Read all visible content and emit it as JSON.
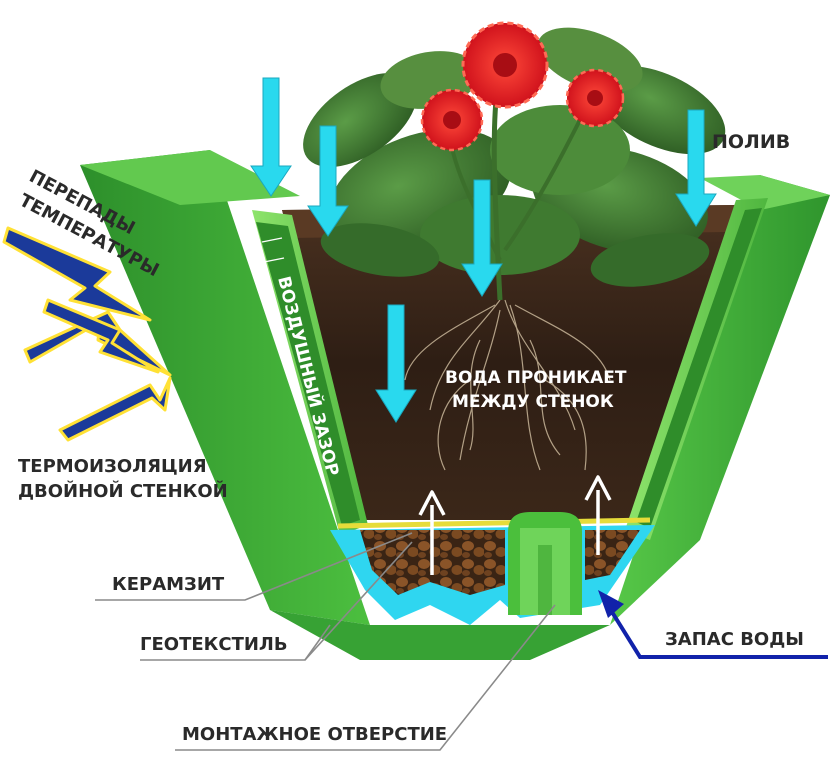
{
  "labels": {
    "temperature_swings_line1": "ПЕРЕПАДЫ",
    "temperature_swings_line2": "ТЕМПЕРАТУРЫ",
    "watering": "ПОЛИВ",
    "air_gap": "ВОЗДУШНЫЙ ЗАЗОР",
    "water_penetrates_line1": "ВОДА ПРОНИКАЕТ",
    "water_penetrates_line2": "МЕЖДУ СТЕНОК",
    "thermal_insulation_line1": "ТЕРМОИЗОЛЯЦИЯ",
    "thermal_insulation_line2": "ДВОЙНОЙ СТЕНКОЙ",
    "expanded_clay": "КЕРАМЗИТ",
    "geotextile": "ГЕОТЕКСТИЛЬ",
    "water_reserve": "ЗАПАС ВОДЫ",
    "mounting_hole": "МОНТАЖНОЕ ОТВЕРСТИЕ"
  },
  "colors": {
    "pot_outer": "#3fae3a",
    "pot_light": "#7fd35d",
    "pot_dark": "#2a8a2a",
    "soil": "#3a2618",
    "water": "#2fd6f0",
    "arrow": "#29d9ee",
    "geotextile": "#e6dc3a",
    "clay": "#7a4a22",
    "lightning_fill": "#1b3a9a",
    "lightning_edge": "#ffe135",
    "pointer_line": "#8a8a8a",
    "reserve_arrow": "#1122aa",
    "flower": "#e8202a"
  },
  "icons": {
    "down_arrow": "down-arrow-icon",
    "up_arrow": "up-arrow-icon",
    "lightning": "lightning-icon",
    "flower": "gerbera-flower-icon"
  }
}
